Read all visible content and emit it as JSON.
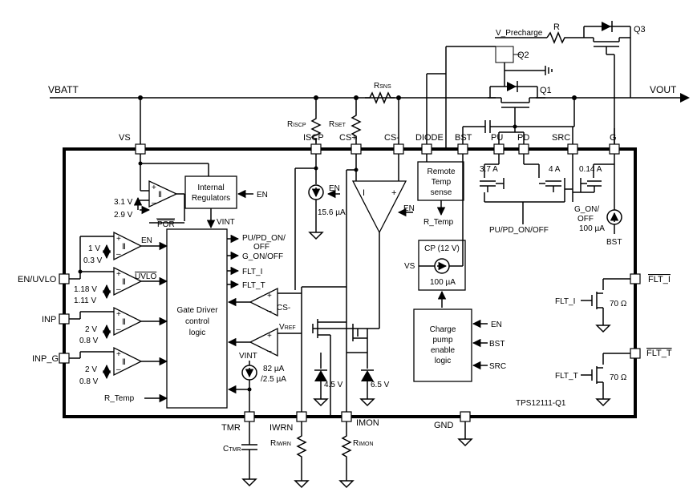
{
  "nets": {
    "vbatt": "VBATT",
    "vout": "VOUT",
    "v_precharge": "V_Precharge",
    "r": "R",
    "q1": "Q1",
    "q2": "Q2",
    "q3": "Q3",
    "rsns_main": "R",
    "rsns_sub": "SNS",
    "riscp_main": "R",
    "riscp_sub": "ISCP",
    "rset_main": "R",
    "rset_sub": "SET"
  },
  "pins": {
    "vs": "VS",
    "iscp": "ISCP",
    "cs_plus": "CS+",
    "cs_minus": "CS-",
    "diode": "DIODE",
    "bst": "BST",
    "pu": "PU",
    "pd": "PD",
    "src": "SRC",
    "g": "G",
    "en_uvlo": "EN/UVLO",
    "inp": "INP",
    "inp_g": "INP_G",
    "flt_i": "FLT_I",
    "flt_t": "FLT_T",
    "tmr": "TMR",
    "iwrn": "IWRN",
    "imon": "IMON",
    "gnd": "GND"
  },
  "blocks": {
    "internal_regulators": [
      "Internal",
      "Regulators"
    ],
    "gate_driver": [
      "Gate Driver",
      "control",
      "logic"
    ],
    "remote_temp": [
      "Remote",
      "Temp",
      "sense"
    ],
    "charge_pump_enable": [
      "Charge",
      "pump",
      "enable",
      "logic"
    ],
    "cp": "CP (12 V)",
    "cp_current": "100 µA",
    "chip_name": "TPS12111-Q1"
  },
  "signals": {
    "en": "EN",
    "vint": "VINT",
    "por": "POR",
    "uvlo": "UVLO",
    "pu_pd_on_off": [
      "PU/PD_ON/",
      "OFF"
    ],
    "g_on_off": "G_ON/OFF",
    "flt_i": "FLT_I",
    "flt_t": "FLT_T",
    "cs_minus": "CS-",
    "vref": "V",
    "vref_sub": "REF",
    "r_temp": "R_Temp",
    "vs": "VS",
    "bst": "BST",
    "src": "SRC",
    "pu_pd_bottom": "PU/PD_ON/OFF",
    "g_on_off_2": [
      "G_ON/",
      "OFF"
    ],
    "g_current": "100 µA",
    "plus": "+",
    "minus": "–",
    "i": "I"
  },
  "values": {
    "por_hi": "3.1 V",
    "por_lo": "2.9 V",
    "en_hi": "1 V",
    "en_lo": "0.3 V",
    "uvlo_hi": "1.18 V",
    "uvlo_lo": "1.11 V",
    "inp_hi": "2 V",
    "inp_lo": "0.8 V",
    "inpg_hi": "2 V",
    "inpg_lo": "0.8 V",
    "iscp_current": "15.6 µA",
    "pu_current": "3.7 A",
    "pd_current": "4 A",
    "src_current": "0.14 A",
    "tmr_current": [
      "82 µA",
      "/2.5 µA"
    ],
    "z1": "4.5 V",
    "z2": "6.5 V",
    "r70a": "70 Ω",
    "r70b": "70 Ω"
  },
  "external": {
    "ctmr_main": "C",
    "ctmr_sub": "TMR",
    "riwrn_main": "R",
    "riwrn_sub": "IWRN",
    "rimon_main": "R",
    "rimon_sub": "IMON"
  }
}
